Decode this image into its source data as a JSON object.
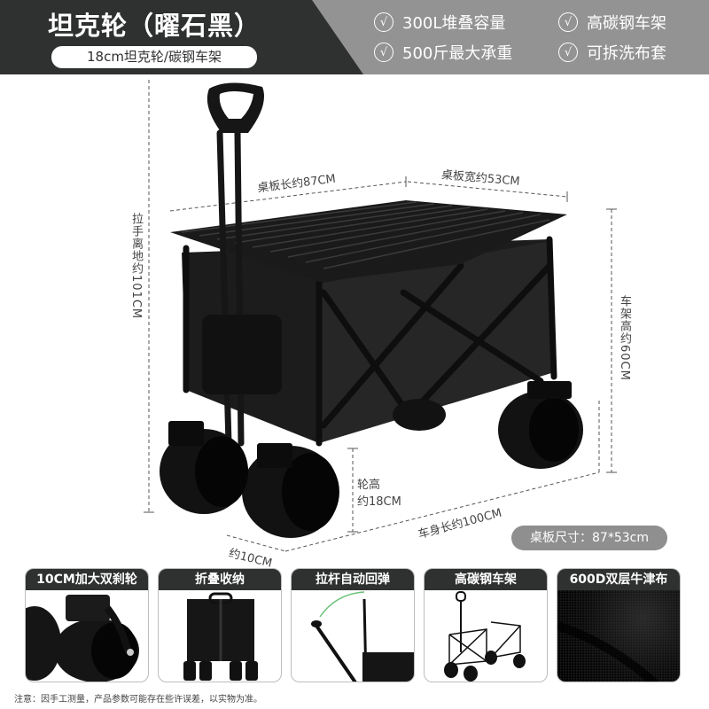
{
  "header": {
    "title": "坦克轮（曜石黑）",
    "subtitle": "18cm坦克轮/碳钢车架",
    "features": [
      {
        "icon": "check-circle-icon",
        "label": "300L堆叠容量"
      },
      {
        "icon": "check-circle-icon",
        "label": "高碳钢车架"
      },
      {
        "icon": "check-circle-icon",
        "label": "500斤最大承重"
      },
      {
        "icon": "check-circle-icon",
        "label": "可拆洗布套"
      }
    ],
    "check_glyph": "√"
  },
  "dimensions": {
    "table_length": "桌板长约87CM",
    "table_width": "桌板宽约53CM",
    "handle_height": "拉手离地约101CM",
    "frame_height": "车架高约60CM",
    "wheel_height_line1": "轮高",
    "wheel_height_line2": "约18CM",
    "body_length": "车身长约100CM",
    "wheel_width": "约10CM",
    "table_size": "桌板尺寸：87*53cm"
  },
  "cards": [
    {
      "label": "10CM加大双刹轮"
    },
    {
      "label": "折叠收纳"
    },
    {
      "label": "拉杆自动回弹"
    },
    {
      "label": "高碳钢车架"
    },
    {
      "label": "600D双层牛津布"
    }
  ],
  "note": "注意：因手工测量，产品参数可能存在些许误差，以实物为准。",
  "colors": {
    "header_dark": "#2f3030",
    "header_gray": "#939393",
    "pill_gray": "#8f8f8f",
    "accent_green": "#6cc27a"
  }
}
